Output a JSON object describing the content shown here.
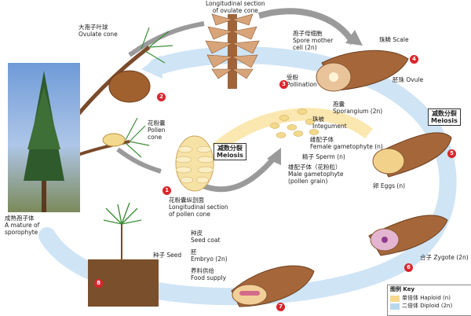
{
  "title_top": "Longitudinal section\nof ovulate cone",
  "labels": {
    "ovulate_cone": "大孢子叶球\nOvulate cone",
    "pollen_cone": "花粉囊\nPollen\ncone",
    "mature_sporophyte": "成熟孢子体\nA mature of\nsporophyte",
    "spore_mother_cell": "孢子母细胞\nSpore mother\ncell (2n)",
    "pollination": "受粉\nPollination",
    "scale": "珠鳞 Scale",
    "ovule": "胚珠 Ovule",
    "sporangium": "孢囊\nSporangium (2n)",
    "integument": "珠被\nIntegument",
    "female_gametophyte": "雌配子体\nFemale gametophyte (n)",
    "sperm": "精子 Sperm (n)",
    "male_gametophyte": "雄配子体（花粉粒）\nMale gametophyte\n(pollen grain)",
    "eggs": "卵 Eggs (n)",
    "pollen_section": "花粉囊纵剖面\nLongitudinal section\nof pollen cone",
    "seed": "种子 Seed",
    "seed_coat": "种皮\nSeed coat",
    "embryo": "胚\nEmbryo (2n)",
    "food_supply": "养料供给\nFood supply",
    "zygote": "合子 Zygote (2n)"
  },
  "meiosis_center": "减数分裂\nMeiosis",
  "meiosis_right": "减数分裂\nMeiosis",
  "markers": [
    "1",
    "2",
    "3",
    "4",
    "5",
    "6",
    "7",
    "8"
  ],
  "key": {
    "title": "图例 Key",
    "haploid": "单倍体 Haploid (n)",
    "diploid": "二倍体 Diploid (2n)"
  },
  "colors": {
    "haploid": "#f7d98b",
    "diploid": "#b9d8f0",
    "marker": "#d9262c",
    "arrow_gray": "#9a9a9a"
  }
}
